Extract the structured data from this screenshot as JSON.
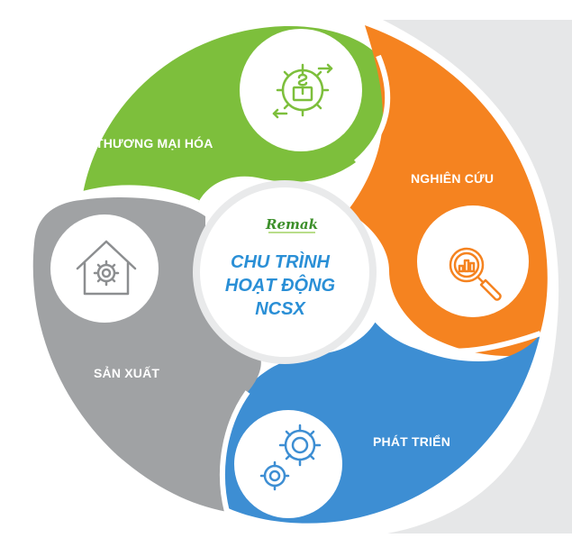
{
  "center": {
    "logo_text": "Remak",
    "title_line1": "CHU TRÌNH",
    "title_line2": "HOẠT ĐỘNG",
    "title_line3": "NCSX"
  },
  "segments": [
    {
      "label": "THƯƠNG MẠI HÓA",
      "color": "#7dbf3c",
      "icon": "money-gear-icon"
    },
    {
      "label": "NGHIÊN CỨU",
      "color": "#f58320",
      "icon": "magnifier-chart-icon"
    },
    {
      "label": "PHÁT TRIỂN",
      "color": "#3d8ed3",
      "icon": "gears-icon"
    },
    {
      "label": "SẢN XUẤT",
      "color": "#a0a2a4",
      "icon": "house-gear-icon"
    }
  ],
  "colors": {
    "green": "#7dbf3c",
    "orange": "#f58320",
    "blue": "#3d8ed3",
    "gray": "#a0a2a4",
    "title_blue": "#2a8fd6",
    "icon_green": "#7dbf3c",
    "icon_orange": "#f58320",
    "icon_blue": "#3d8ed3",
    "icon_gray": "#8c8e90"
  }
}
